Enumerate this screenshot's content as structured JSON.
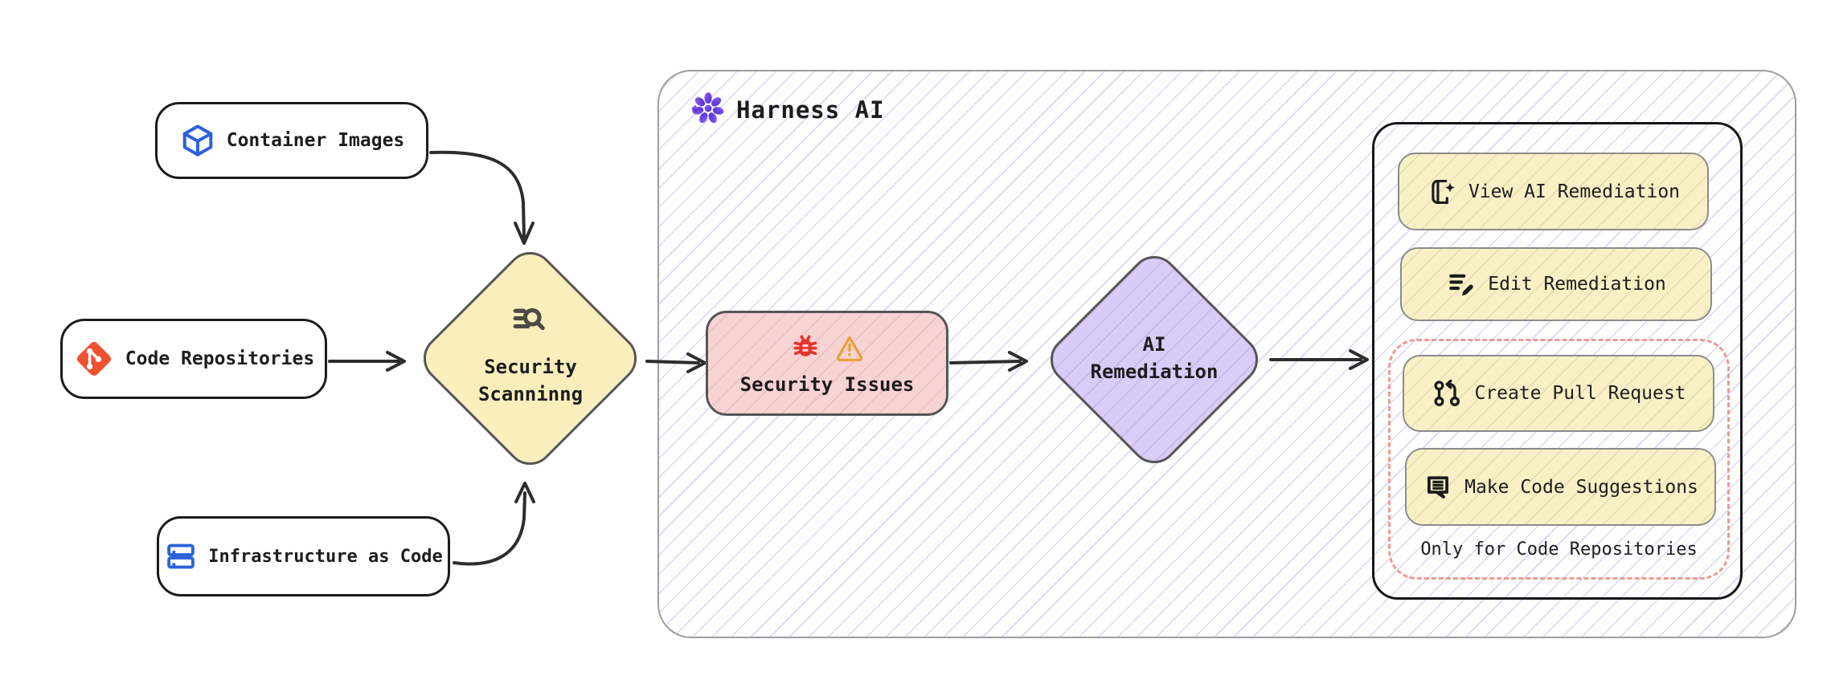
{
  "harness": {
    "title": "Harness AI",
    "icon": "harness-ai-flower-icon"
  },
  "sources": [
    {
      "label": "Container Images",
      "icon": "cube-icon"
    },
    {
      "label": "Code Repositories",
      "icon": "git-icon"
    },
    {
      "label": "Infrastructure as Code",
      "icon": "server-icon"
    }
  ],
  "scanning": {
    "line1": "Security",
    "line2": "Scanninng",
    "icon": "search-list-icon"
  },
  "issues": {
    "label": "Security Issues",
    "icons": [
      "bug-icon",
      "warning-icon"
    ]
  },
  "remediation": {
    "line1": "AI",
    "line2": "Remediation"
  },
  "actions": {
    "view": {
      "label": "View AI Remediation",
      "icon": "notebook-sparkle-icon"
    },
    "edit": {
      "label": "Edit Remediation",
      "icon": "list-pencil-icon"
    },
    "create_pr": {
      "label": "Create Pull Request",
      "icon": "pull-request-icon"
    },
    "suggest": {
      "label": "Make Code Suggestions",
      "icon": "code-comment-icon"
    },
    "note": "Only for Code Repositories"
  },
  "colors": {
    "yellow_fill": "#faefbc",
    "button_fill": "#f9f0c5",
    "pink_fill": "#f8d3d3",
    "purple_fill": "#d9ccf6",
    "hatch_line": "#acace1",
    "container_border": "#9e9e9e",
    "dashed_border": "#f09a90",
    "ink": "#1d1d1d",
    "git_orange": "#f05133",
    "blue": "#2b62d9",
    "harness_purple": "#6d3bef",
    "bug_red": "#e2352b",
    "warning_orange": "#e8a23c"
  }
}
